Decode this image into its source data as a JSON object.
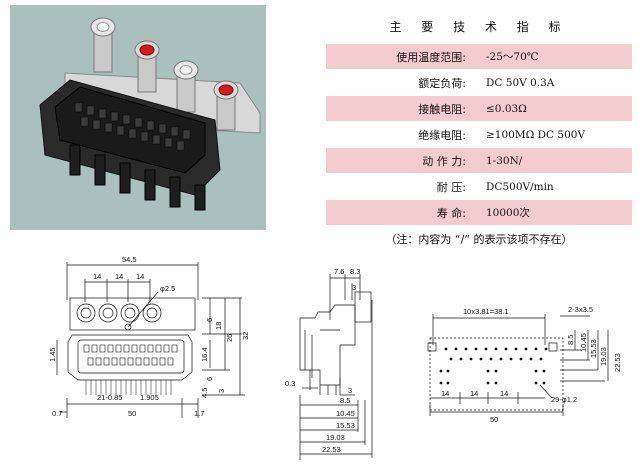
{
  "title": "主 要 技 术 指 标",
  "specs": [
    {
      "label": "使用温度范围:",
      "value": "-25～70℃"
    },
    {
      "label": "额定负荷:",
      "value": "DC 50V 0.3A"
    },
    {
      "label": "接触电阻:",
      "value": "≤0.03Ω"
    },
    {
      "label": "绝缘电阻:",
      "value": "≥100MΩ DC 500V"
    },
    {
      "label": "动 作 力:",
      "value": "1-30N/"
    },
    {
      "label": "耐     压:",
      "value": "DC500V/min"
    },
    {
      "label": "寿     命:",
      "value": "10000次"
    }
  ],
  "note": "（注：内容为 “/” 的表示该项不存在）",
  "dims_front": {
    "d54_5": "54.5",
    "d14a": "14",
    "d14b": "14",
    "d14c": "14",
    "phi2_5": "φ2.5",
    "d6a": "6",
    "d18": "18",
    "d26": "26",
    "d32": "32",
    "d16_4": "16.4",
    "d6b": "6",
    "d1_45": "1.45",
    "d4_5": "4.5",
    "d3": "3",
    "d21": "21-0.85",
    "d1_905": "1.905",
    "d0_7": "0.7",
    "d50": "50",
    "d1_7": "1.7"
  },
  "dims_side": {
    "d7_6": "7.6",
    "d8_3": "8.3",
    "d3top": "3",
    "d0_3": "0.3",
    "d3b": "3",
    "d8_5": "8.5",
    "d10_45": "10.45",
    "d15_53": "15.53",
    "d19_03": "19.03",
    "d22_53": "22.53"
  },
  "dims_pcb": {
    "pitch": "10x3.81=38.1",
    "holes": "2-3x3.5",
    "d8_5": "8.5",
    "d10_45": "10.45",
    "d15_53": "15.53",
    "d19_03": "19.03",
    "d22_53": "22.53",
    "d14a": "14",
    "d14b": "14",
    "d14c": "14",
    "pins": "29-φ1.2",
    "d50": "50"
  }
}
